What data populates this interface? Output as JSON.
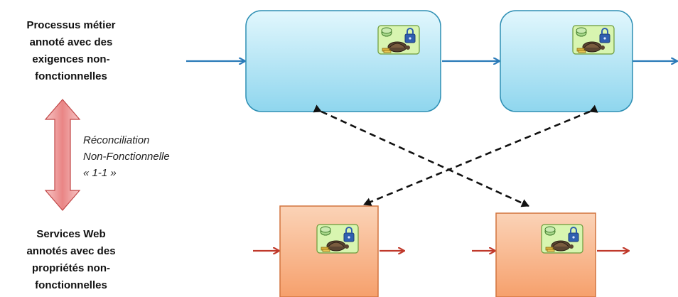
{
  "top_label": {
    "lines": [
      "Processus métier",
      "annoté avec des",
      "exigences non-",
      "fonctionnelles"
    ]
  },
  "bottom_label": {
    "lines": [
      "Services Web",
      "annotés avec des",
      "propriétés non-",
      "fonctionnelles"
    ]
  },
  "reconciliation_label": {
    "lines": [
      "Réconciliation",
      "Non-Fonctionnelle",
      "« 1-1 »"
    ]
  },
  "colors": {
    "process_box_fill": "#bfe9f6",
    "process_box_stroke": "#2e8fb4",
    "service_box_fill": "#f9bc98",
    "service_box_stroke": "#d2743f",
    "process_arrow": "#2a7ab8",
    "service_arrow": "#c0392b",
    "double_arrow_fill": "#f2a3a3",
    "double_arrow_stroke": "#c04545",
    "badge_fill": "#d8f5b0",
    "badge_stroke": "#6b9a3a"
  },
  "icons": [
    "nfp-badge-icon",
    "lock-icon",
    "turtle-icon",
    "coins-icon"
  ]
}
